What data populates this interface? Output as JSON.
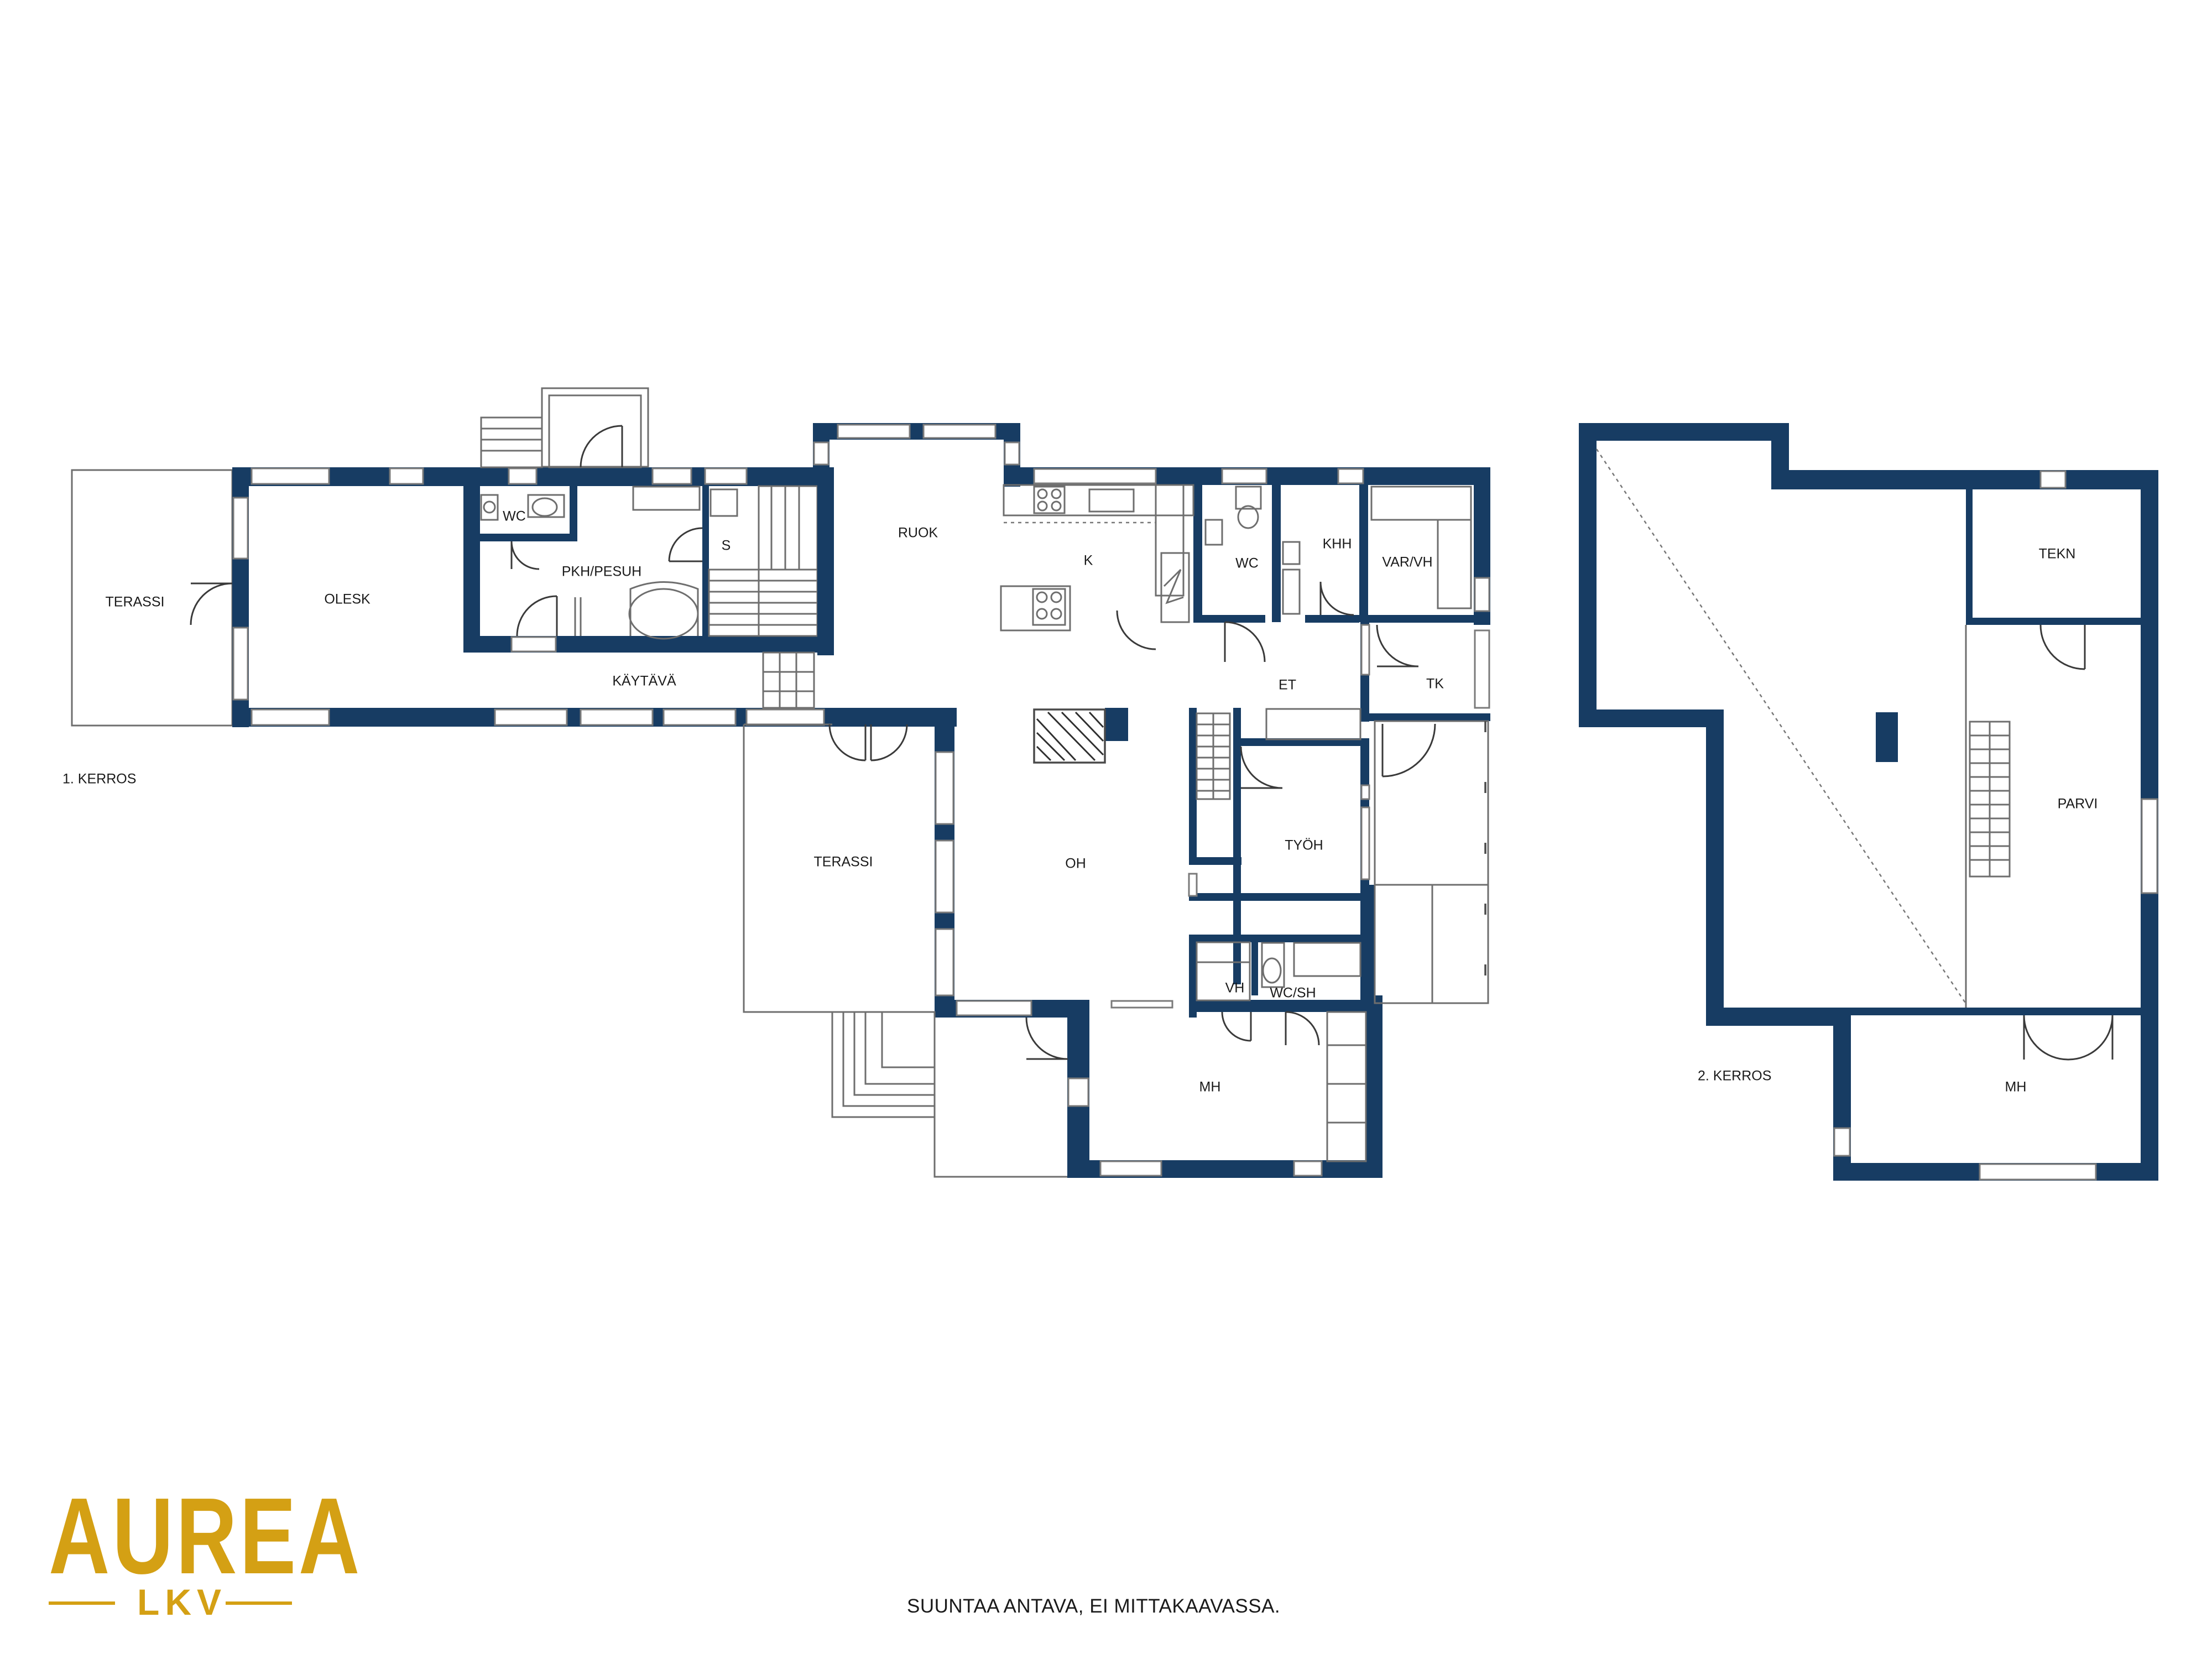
{
  "floor_1": {
    "label": "1. KERROS",
    "rooms": {
      "terassi_west": "TERASSI",
      "olesk": "OLESK",
      "wc_west": "WC",
      "pkh_pesuh": "PKH/PESUH",
      "sauna": "S",
      "kaytava": "KÄYTÄVÄ",
      "ruok": "RUOK",
      "kitchen": "K",
      "wc_mid": "WC",
      "khh": "KHH",
      "var_vh": "VAR/VH",
      "et": "ET",
      "tk": "TK",
      "terassi_south": "TERASSI",
      "oh": "OH",
      "tyoh": "TYÖH",
      "vh": "VH",
      "wc_sh": "WC/SH",
      "mh": "MH"
    }
  },
  "floor_2": {
    "label": "2. KERROS",
    "rooms": {
      "tekn": "TEKN",
      "parvi": "PARVI",
      "mh": "MH"
    }
  },
  "disclaimer": "SUUNTAA ANTAVA, EI MITTAKAAVASSA.",
  "logo": {
    "name": "AUREA",
    "subtitle": "LKV",
    "color": "#d4a014"
  },
  "colors": {
    "wall": "#173c63",
    "text": "#1a1a1a"
  }
}
